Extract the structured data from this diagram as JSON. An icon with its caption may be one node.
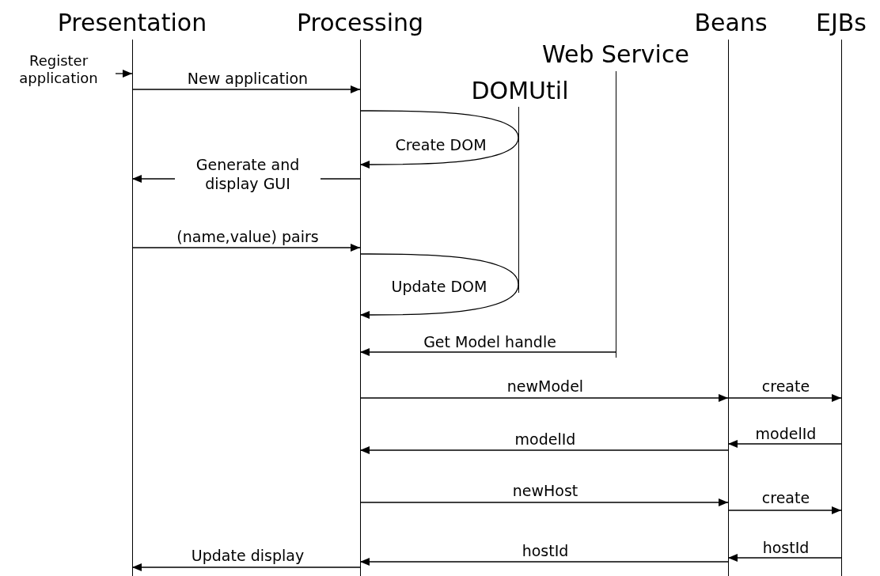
{
  "diagram": {
    "nodes": [
      {
        "text": [
          "Presentation"
        ]
      },
      {
        "text": [
          "Processing"
        ]
      },
      {
        "text": [
          "DOMUtil"
        ]
      },
      {
        "text": [
          "Web Service"
        ]
      },
      {
        "text": [
          "Beans"
        ]
      },
      {
        "text": [
          "EJBs"
        ]
      },
      {
        "text": [
          "Register application"
        ]
      }
    ],
    "edges": [
      {
        "from": 6,
        "to": 0,
        "arrow": "to"
      },
      {
        "from": 0,
        "to": 1,
        "arrow": "to",
        "label": "New application"
      },
      {
        "from": 2,
        "to": 1,
        "arrow": "to",
        "label": "Create DOM"
      },
      {
        "from": 1,
        "to": 0,
        "arrow": "to",
        "label": "Generate and display GUI"
      },
      {
        "from": 0,
        "to": 1,
        "arrow": "to",
        "label": "(name,value) pairs"
      },
      {
        "from": 2,
        "to": 1,
        "arrow": "to",
        "label": "Update DOM"
      },
      {
        "from": 3,
        "to": 1,
        "arrow": "to",
        "label": "Get Model handle"
      },
      {
        "from": 1,
        "to": 4,
        "arrow": "to",
        "label": "newModel"
      },
      {
        "from": 4,
        "to": 5,
        "arrow": "to",
        "label": "create"
      },
      {
        "from": 5,
        "to": 4,
        "arrow": "to",
        "label": "modelId"
      },
      {
        "from": 4,
        "to": 1,
        "arrow": "to",
        "label": "modelId"
      },
      {
        "from": 1,
        "to": 4,
        "arrow": "to",
        "label": "newHost"
      },
      {
        "from": 4,
        "to": 5,
        "arrow": "to",
        "label": "create"
      },
      {
        "from": 5,
        "to": 4,
        "arrow": "to",
        "label": "hostId"
      },
      {
        "from": 4,
        "to": 1,
        "arrow": "to",
        "label": "hostId"
      },
      {
        "from": 1,
        "to": 0,
        "arrow": "to",
        "label": "Update display"
      }
    ]
  }
}
